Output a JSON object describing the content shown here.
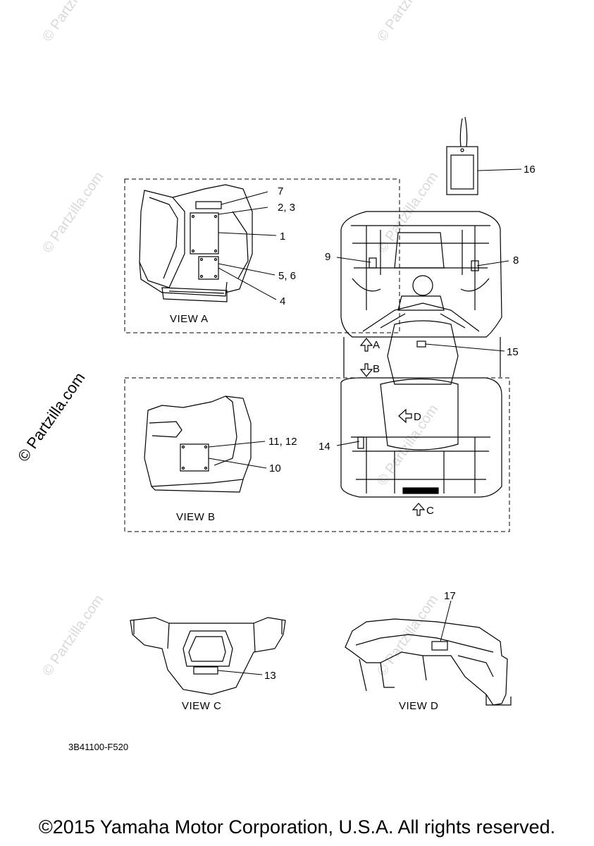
{
  "watermark": {
    "text": "© Partzilla.com",
    "faint_text": "© Partzilla.com",
    "color": "#d9d9d9"
  },
  "diagram": {
    "parts": [
      "1",
      "2, 3",
      "4",
      "5, 6",
      "7",
      "8",
      "9",
      "10",
      "11, 12",
      "13",
      "14",
      "15",
      "16",
      "17"
    ],
    "views": {
      "a": "VIEW A",
      "b": "VIEW B",
      "c": "VIEW C",
      "d": "VIEW D"
    },
    "arrows": {
      "a": "A",
      "b": "B",
      "c": "C",
      "d": "D"
    },
    "drawing_code": "3B41100-F520"
  },
  "copyright": "©2015 Yamaha Motor Corporation, U.S.A. All rights reserved."
}
